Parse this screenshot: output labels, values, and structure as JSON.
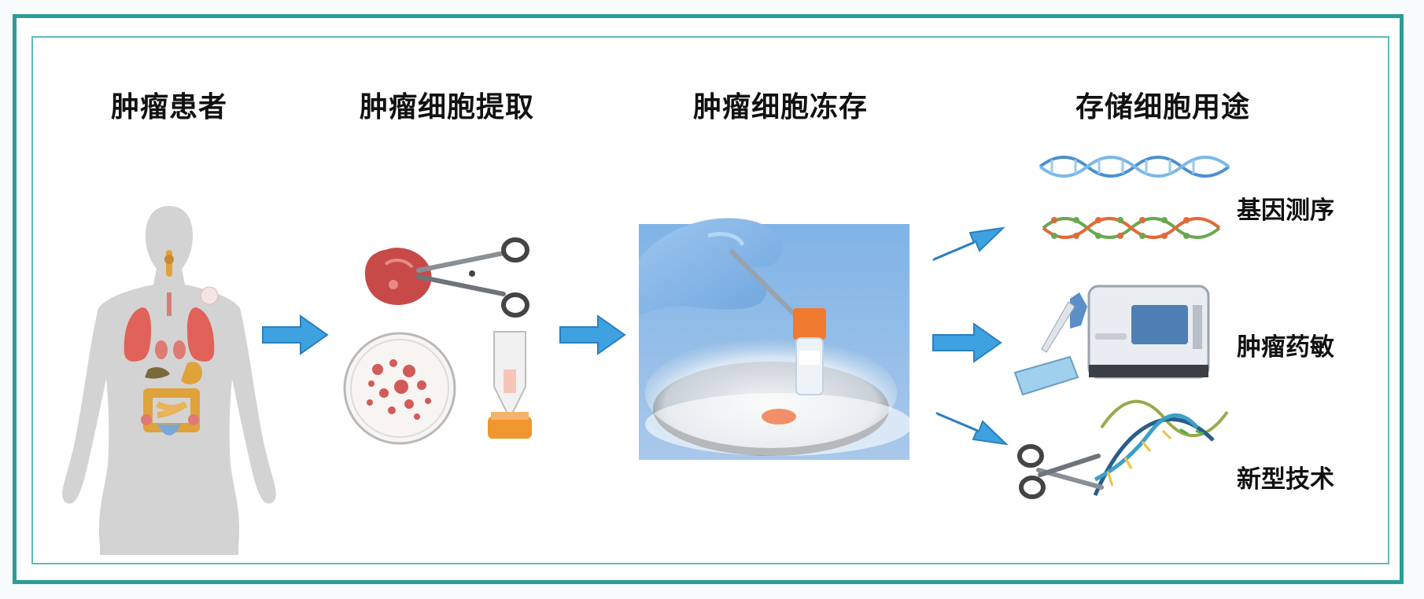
{
  "steps": [
    {
      "heading": "肿瘤患者",
      "illustration": "female-body-organs-icon"
    },
    {
      "heading": "肿瘤细胞提取",
      "illustration": "tissue-scissors-dish-tube-icon"
    },
    {
      "heading": "肿瘤细胞冻存",
      "illustration": "cryo-vial-liquid-nitrogen-photo"
    },
    {
      "heading": "存储细胞用途",
      "illustration": "uses-branch"
    }
  ],
  "uses": [
    {
      "label": "基因测序",
      "icon": "dna-double-helix-icon"
    },
    {
      "label": "肿瘤药敏",
      "icon": "lab-analyzer-pipette-icon"
    },
    {
      "label": "新型技术",
      "icon": "gene-editing-scissors-icon"
    }
  ],
  "colors": {
    "frame": "#2a9d96",
    "arrow": "#3fa2e0",
    "arrow_edge": "#2b7fbf",
    "heading_text": "#111111"
  }
}
